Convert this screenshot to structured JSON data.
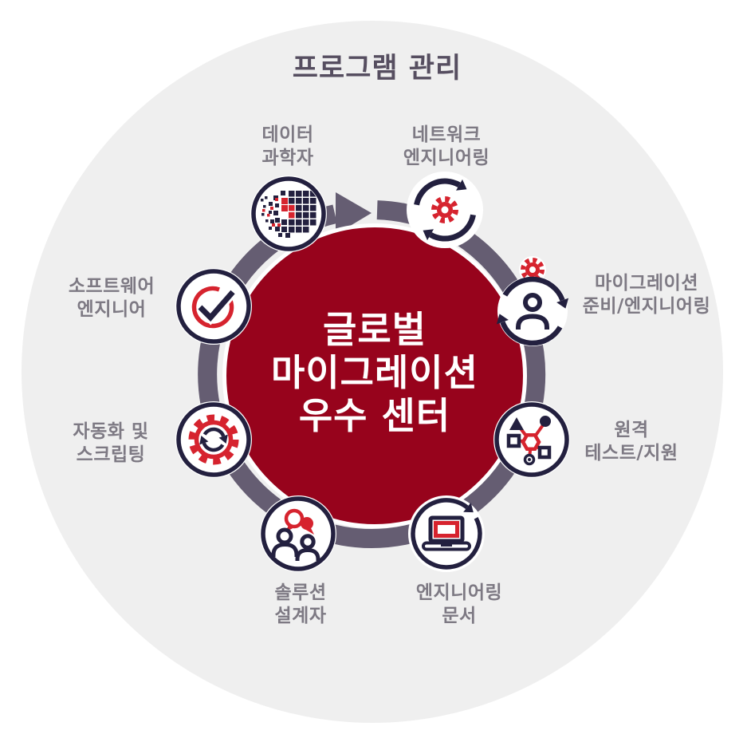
{
  "title": "프로그램 관리",
  "center": {
    "line1": "글로벌",
    "line2": "마이그레이션",
    "line3": "우수 센터"
  },
  "flow": {
    "direction": "clockwise",
    "arrow_icon": "clockwise-flow-arrow"
  },
  "nodes": [
    {
      "id": "data-scientist",
      "label_line1": "데이터",
      "label_line2": "과학자",
      "icon": "data-grid-icon"
    },
    {
      "id": "network-engineering",
      "label_line1": "네트워크",
      "label_line2": "엔지니어링",
      "icon": "gear-cycle-icon"
    },
    {
      "id": "migration-prep",
      "label_line1": "마이그레이션",
      "label_line2": "준비/엔지니어링",
      "icon": "person-cycle-gear-icon"
    },
    {
      "id": "remote-test-support",
      "label_line1": "원격",
      "label_line2": "테스트/지원",
      "icon": "network-nodes-icon"
    },
    {
      "id": "engineering-docs",
      "label_line1": "엔지니어링",
      "label_line2": "문서",
      "icon": "laptop-refresh-icon"
    },
    {
      "id": "solution-architect",
      "label_line1": "솔루션",
      "label_line2": "설계자",
      "icon": "people-chat-icon"
    },
    {
      "id": "automation-scripting",
      "label_line1": "자동화 및",
      "label_line2": "스크립팅",
      "icon": "gear-arrows-icon"
    },
    {
      "id": "software-engineer",
      "label_line1": "소프트웨어",
      "label_line2": "엔지니어",
      "icon": "checkmark-circle-icon"
    }
  ],
  "colors": {
    "background_circle": "#efefef",
    "center_crimson": "#97031c",
    "ring_gray_purple": "#655d72",
    "icon_navy": "#23203f",
    "icon_red": "#d6232e",
    "title_color": "#564e60",
    "label_gray": "#7d7983",
    "center_text": "#ffffff"
  }
}
